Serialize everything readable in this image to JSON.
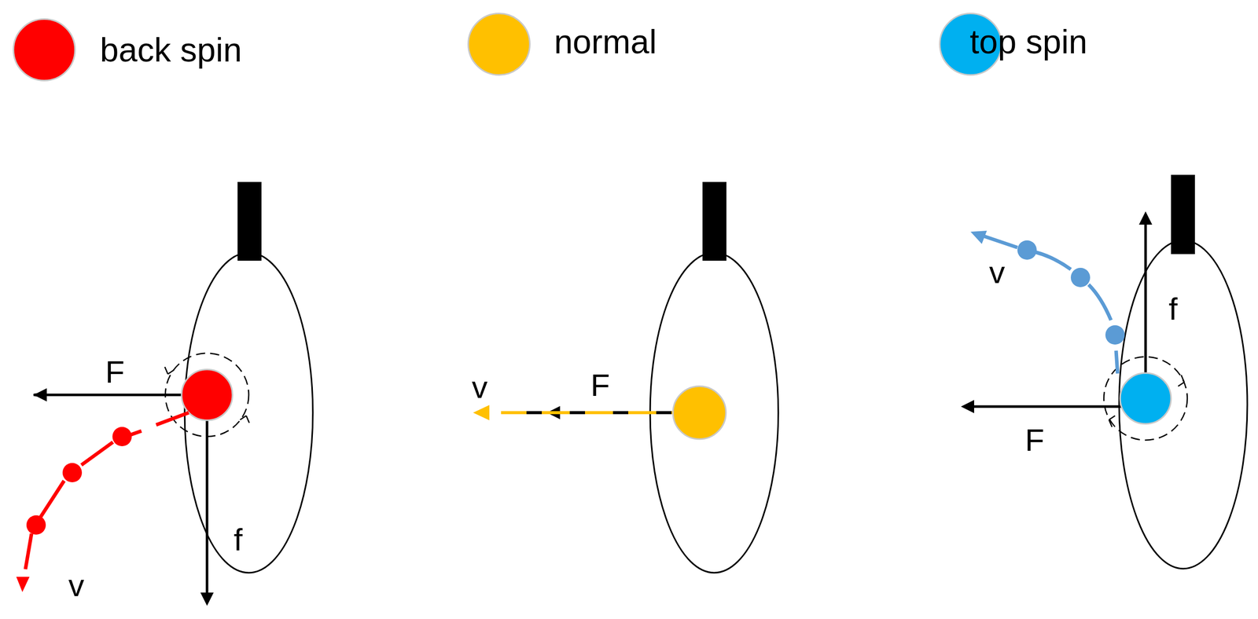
{
  "diagram": {
    "labels": [
      "F",
      "f",
      "v",
      "v",
      "F",
      "v",
      "f",
      "F"
    ],
    "legend": [
      {
        "text": "back spin",
        "color": "#ff0000"
      },
      {
        "text": "normal",
        "color": "#ffc000"
      },
      {
        "text": "top spin",
        "color": "#00b0f0"
      }
    ]
  }
}
